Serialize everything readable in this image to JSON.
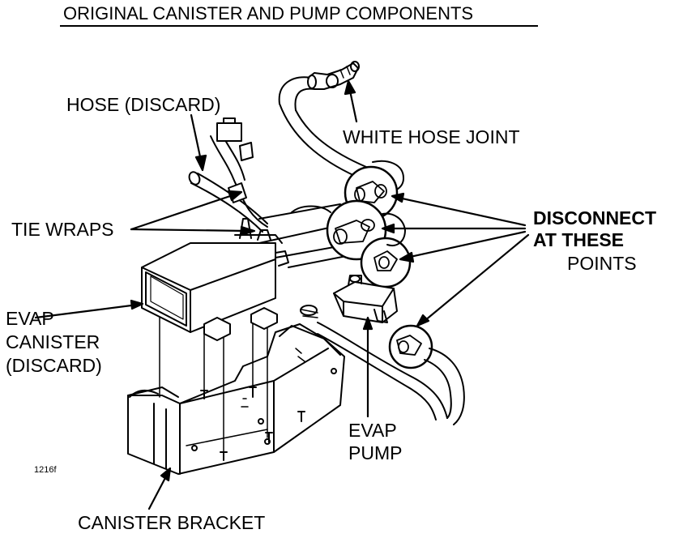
{
  "title": "ORIGINAL CANISTER AND PUMP COMPONENTS",
  "labels": {
    "hose_discard": "HOSE (DISCARD)",
    "white_hose_joint": "WHITE HOSE JOINT",
    "tie_wraps": "TIE WRAPS",
    "disconnect_line1": "DISCONNECT",
    "disconnect_line2": "AT THESE",
    "disconnect_line3": "POINTS",
    "evap_canister_line1": "EVAP",
    "evap_canister_line2": "CANISTER",
    "evap_canister_line3": "(DISCARD)",
    "evap_pump_line1": "EVAP",
    "evap_pump_line2": "PUMP",
    "canister_bracket": "CANISTER BRACKET",
    "figure_number": "1216f"
  },
  "colors": {
    "ink": "#000000",
    "paper": "#ffffff"
  }
}
